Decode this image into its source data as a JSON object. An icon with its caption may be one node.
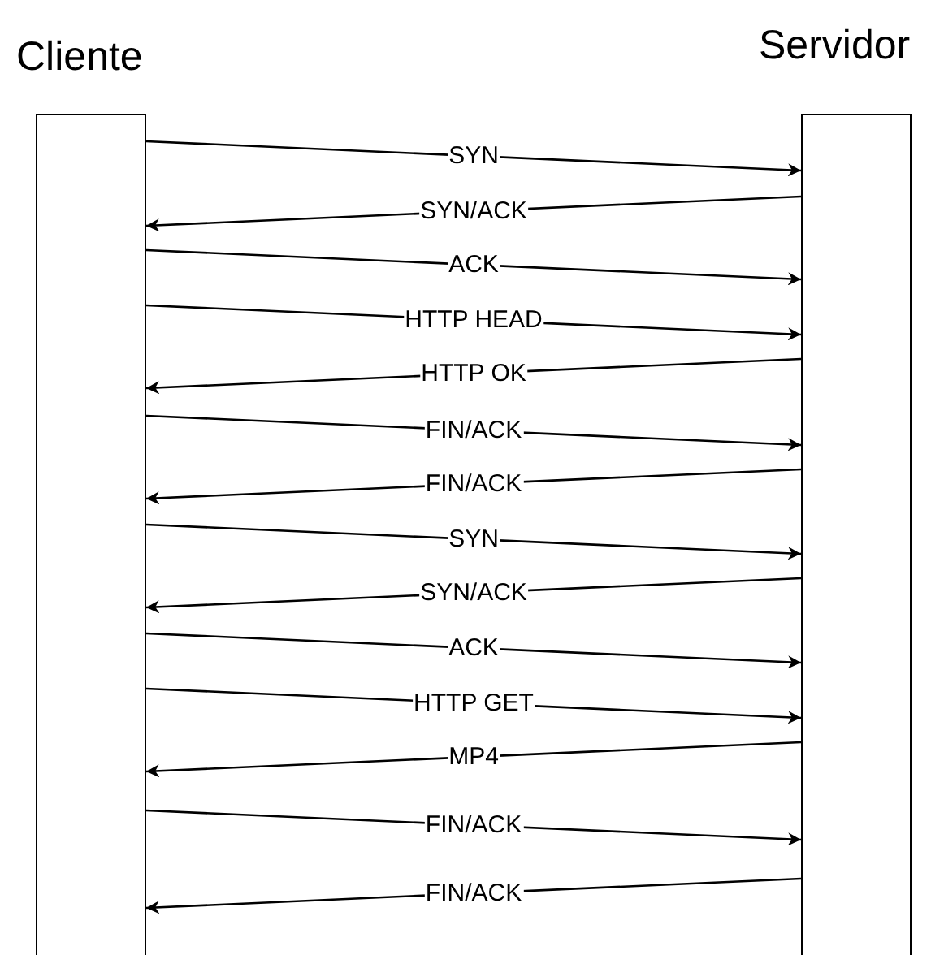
{
  "diagram": {
    "nodes": [
      {
        "text": [
          "Cliente"
        ]
      },
      {
        "text": [
          "Servidor"
        ]
      }
    ],
    "edges": [
      {
        "from": 0,
        "to": 1,
        "arrow": "to",
        "label": "SYN"
      },
      {
        "from": 1,
        "to": 0,
        "arrow": "to",
        "label": "SYN/ACK"
      },
      {
        "from": 0,
        "to": 1,
        "arrow": "to",
        "label": "ACK"
      },
      {
        "from": 0,
        "to": 1,
        "arrow": "to",
        "label": "HTTP HEAD"
      },
      {
        "from": 1,
        "to": 0,
        "arrow": "to",
        "label": "HTTP OK"
      },
      {
        "from": 0,
        "to": 1,
        "arrow": "to",
        "label": "FIN/ACK"
      },
      {
        "from": 1,
        "to": 0,
        "arrow": "to",
        "label": "FIN/ACK"
      },
      {
        "from": 0,
        "to": 1,
        "arrow": "to",
        "label": "SYN"
      },
      {
        "from": 1,
        "to": 0,
        "arrow": "to",
        "label": "SYN/ACK"
      },
      {
        "from": 0,
        "to": 1,
        "arrow": "to",
        "label": "ACK"
      },
      {
        "from": 0,
        "to": 1,
        "arrow": "to",
        "label": "HTTP GET"
      },
      {
        "from": 1,
        "to": 0,
        "arrow": "to",
        "label": "MP4"
      },
      {
        "from": 0,
        "to": 1,
        "arrow": "to",
        "label": "FIN/ACK"
      },
      {
        "from": 1,
        "to": 0,
        "arrow": "to",
        "label": "FIN/ACK"
      }
    ]
  }
}
